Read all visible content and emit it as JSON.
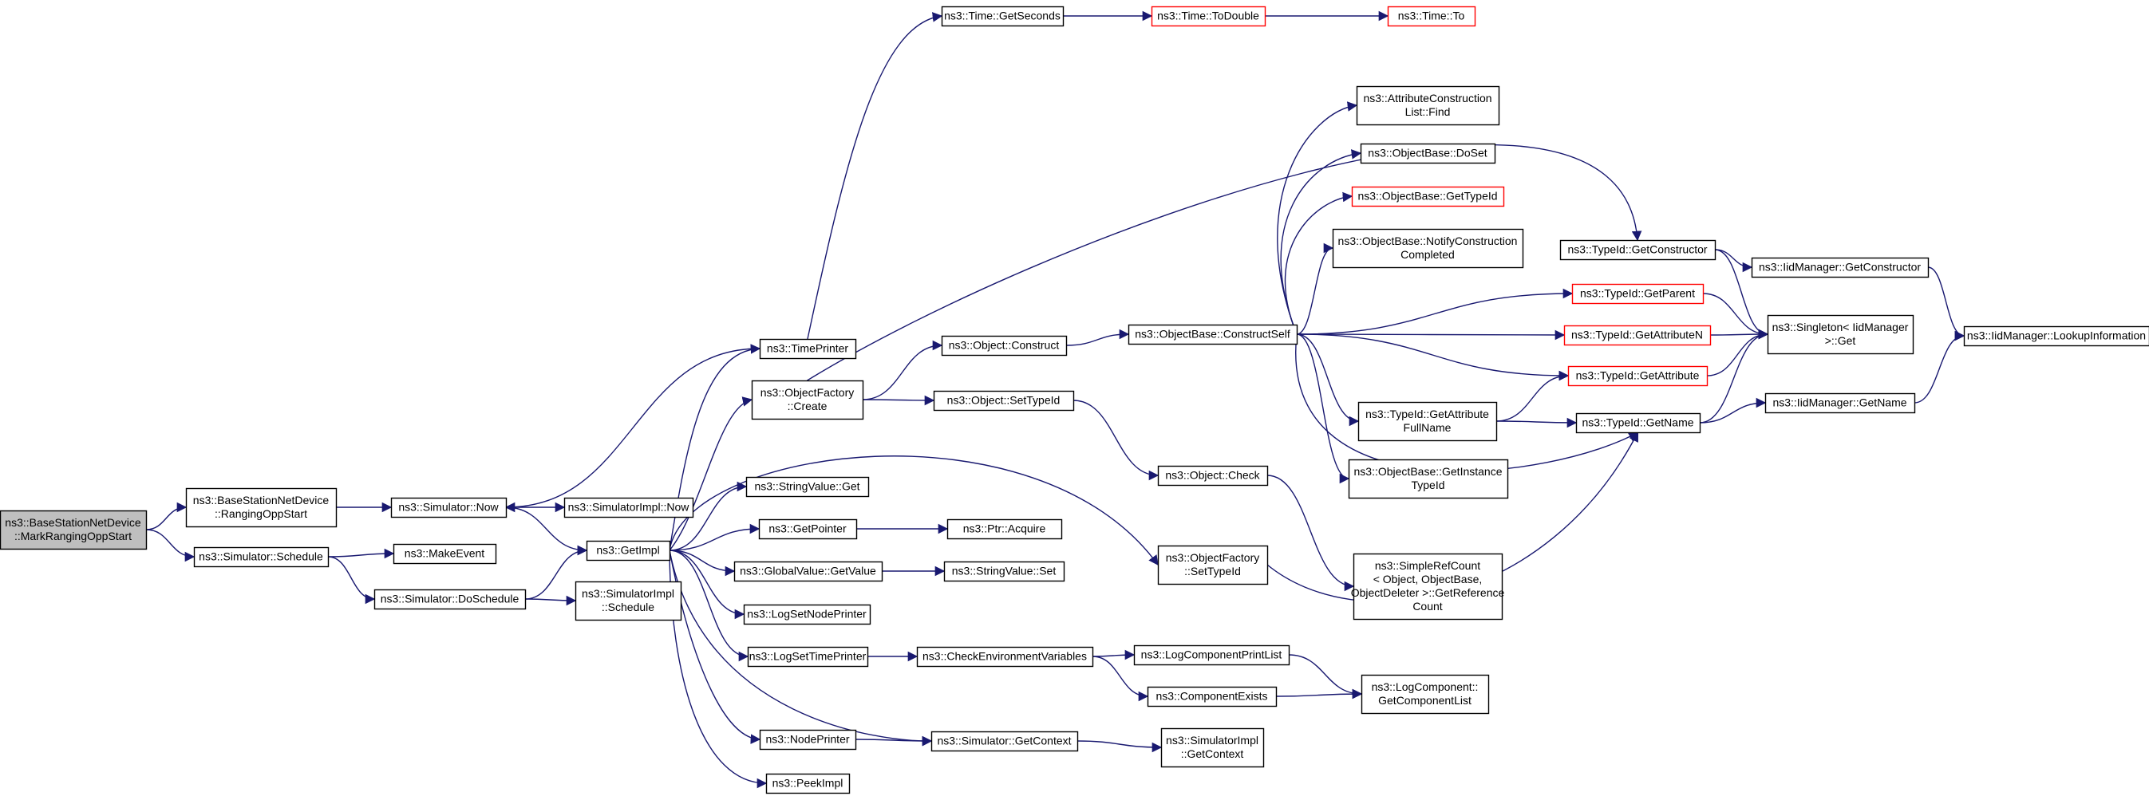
{
  "colors": {
    "edge": "#191970",
    "node_border": "#000000",
    "truncated_border": "#ff0000",
    "root_fill": "#bfbfbf"
  },
  "nodes": [
    {
      "id": "root",
      "lines": [
        "ns3::BaseStationNetDevice",
        "::MarkRangingOppStart"
      ],
      "style": "root"
    },
    {
      "id": "bs_ranging",
      "lines": [
        "ns3::BaseStationNetDevice",
        "::RangingOppStart"
      ]
    },
    {
      "id": "sim_schedule",
      "lines": [
        "ns3::Simulator::Schedule"
      ]
    },
    {
      "id": "sim_now",
      "lines": [
        "ns3::Simulator::Now"
      ]
    },
    {
      "id": "make_event",
      "lines": [
        "ns3::MakeEvent"
      ]
    },
    {
      "id": "sim_doschedule",
      "lines": [
        "ns3::Simulator::DoSchedule"
      ]
    },
    {
      "id": "simimpl_now",
      "lines": [
        "ns3::SimulatorImpl::Now"
      ]
    },
    {
      "id": "simimpl_schedule",
      "lines": [
        "ns3::SimulatorImpl",
        "::Schedule"
      ]
    },
    {
      "id": "getimpl",
      "lines": [
        "ns3::GetImpl"
      ]
    },
    {
      "id": "timeprinter",
      "lines": [
        "ns3::TimePrinter"
      ]
    },
    {
      "id": "objfactory_create",
      "lines": [
        "ns3::ObjectFactory",
        "::Create"
      ]
    },
    {
      "id": "stringvalue_get",
      "lines": [
        "ns3::StringValue::Get"
      ]
    },
    {
      "id": "getpointer",
      "lines": [
        "ns3::GetPointer"
      ]
    },
    {
      "id": "globalvalue_getvalue",
      "lines": [
        "ns3::GlobalValue::GetValue"
      ]
    },
    {
      "id": "logsetnodeprinter",
      "lines": [
        "ns3::LogSetNodePrinter"
      ]
    },
    {
      "id": "logsettimeprinter",
      "lines": [
        "ns3::LogSetTimePrinter"
      ]
    },
    {
      "id": "nodeprinter",
      "lines": [
        "ns3::NodePrinter"
      ]
    },
    {
      "id": "peekimpl",
      "lines": [
        "ns3::PeekImpl"
      ]
    },
    {
      "id": "time_getseconds",
      "lines": [
        "ns3::Time::GetSeconds"
      ]
    },
    {
      "id": "time_todouble",
      "lines": [
        "ns3::Time::ToDouble"
      ],
      "style": "trunc"
    },
    {
      "id": "time_to",
      "lines": [
        "ns3::Time::To"
      ],
      "style": "trunc"
    },
    {
      "id": "object_construct",
      "lines": [
        "ns3::Object::Construct"
      ]
    },
    {
      "id": "object_settypeid",
      "lines": [
        "ns3::Object::SetTypeId"
      ]
    },
    {
      "id": "ptr_acquire",
      "lines": [
        "ns3::Ptr::Acquire"
      ]
    },
    {
      "id": "stringvalue_set",
      "lines": [
        "ns3::StringValue::Set"
      ]
    },
    {
      "id": "checkenv",
      "lines": [
        "ns3::CheckEnvironmentVariables"
      ]
    },
    {
      "id": "sim_getcontext",
      "lines": [
        "ns3::Simulator::GetContext"
      ]
    },
    {
      "id": "objbase_constructself",
      "lines": [
        "ns3::ObjectBase::ConstructSelf"
      ]
    },
    {
      "id": "object_check",
      "lines": [
        "ns3::Object::Check"
      ]
    },
    {
      "id": "objfactory_settypeid",
      "lines": [
        "ns3::ObjectFactory",
        "::SetTypeId"
      ]
    },
    {
      "id": "logcomp_printlist",
      "lines": [
        "ns3::LogComponentPrintList"
      ]
    },
    {
      "id": "compexists",
      "lines": [
        "ns3::ComponentExists"
      ]
    },
    {
      "id": "simimpl_getcontext",
      "lines": [
        "ns3::SimulatorImpl",
        "::GetContext"
      ]
    },
    {
      "id": "attrconst_find",
      "lines": [
        "ns3::AttributeConstruction",
        "List::Find"
      ]
    },
    {
      "id": "objbase_doset",
      "lines": [
        "ns3::ObjectBase::DoSet"
      ]
    },
    {
      "id": "objbase_gettypeid",
      "lines": [
        "ns3::ObjectBase::GetTypeId"
      ],
      "style": "trunc"
    },
    {
      "id": "objbase_notify",
      "lines": [
        "ns3::ObjectBase::NotifyConstruction",
        "Completed"
      ]
    },
    {
      "id": "typeid_getattrfullname",
      "lines": [
        "ns3::TypeId::GetAttribute",
        "FullName"
      ]
    },
    {
      "id": "objbase_getinstancetypeid",
      "lines": [
        "ns3::ObjectBase::GetInstance",
        "TypeId"
      ]
    },
    {
      "id": "simplerefcount",
      "lines": [
        "ns3::SimpleRefCount",
        "< Object, ObjectBase,",
        " ObjectDeleter >::GetReference",
        "Count"
      ]
    },
    {
      "id": "logcomp_getlist",
      "lines": [
        "ns3::LogComponent::",
        "GetComponentList"
      ]
    },
    {
      "id": "typeid_getconstructor",
      "lines": [
        "ns3::TypeId::GetConstructor"
      ]
    },
    {
      "id": "typeid_getparent",
      "lines": [
        "ns3::TypeId::GetParent"
      ],
      "style": "trunc"
    },
    {
      "id": "typeid_getattributen",
      "lines": [
        "ns3::TypeId::GetAttributeN"
      ],
      "style": "trunc"
    },
    {
      "id": "typeid_getattribute",
      "lines": [
        "ns3::TypeId::GetAttribute"
      ],
      "style": "trunc"
    },
    {
      "id": "typeid_getname",
      "lines": [
        "ns3::TypeId::GetName"
      ]
    },
    {
      "id": "iidmgr_getconstructor",
      "lines": [
        "ns3::IidManager::GetConstructor"
      ]
    },
    {
      "id": "singleton_get",
      "lines": [
        "ns3::Singleton< IidManager",
        " >::Get"
      ]
    },
    {
      "id": "iidmgr_getname",
      "lines": [
        "ns3::IidManager::GetName"
      ]
    },
    {
      "id": "iidmgr_lookup",
      "lines": [
        "ns3::IidManager::LookupInformation"
      ]
    }
  ],
  "edges": [
    [
      "root",
      "bs_ranging"
    ],
    [
      "root",
      "sim_schedule"
    ],
    [
      "bs_ranging",
      "sim_now"
    ],
    [
      "sim_schedule",
      "make_event"
    ],
    [
      "sim_schedule",
      "sim_doschedule"
    ],
    [
      "sim_now",
      "simimpl_now"
    ],
    [
      "sim_now",
      "getimpl"
    ],
    [
      "sim_doschedule",
      "getimpl"
    ],
    [
      "sim_doschedule",
      "simimpl_schedule"
    ],
    [
      "timeprinter",
      "sim_now"
    ],
    [
      "timeprinter",
      "time_getseconds"
    ],
    [
      "getimpl",
      "timeprinter"
    ],
    [
      "getimpl",
      "objfactory_create"
    ],
    [
      "getimpl",
      "objfactory_settypeid"
    ],
    [
      "getimpl",
      "stringvalue_get"
    ],
    [
      "getimpl",
      "getpointer"
    ],
    [
      "getimpl",
      "globalvalue_getvalue"
    ],
    [
      "getimpl",
      "logsetnodeprinter"
    ],
    [
      "getimpl",
      "logsettimeprinter"
    ],
    [
      "getimpl",
      "nodeprinter"
    ],
    [
      "getimpl",
      "peekimpl"
    ],
    [
      "getimpl",
      "sim_getcontext"
    ],
    [
      "time_getseconds",
      "time_todouble"
    ],
    [
      "time_todouble",
      "time_to"
    ],
    [
      "objfactory_create",
      "typeid_getconstructor"
    ],
    [
      "objfactory_create",
      "object_construct"
    ],
    [
      "objfactory_create",
      "object_settypeid"
    ],
    [
      "getpointer",
      "ptr_acquire"
    ],
    [
      "globalvalue_getvalue",
      "stringvalue_set"
    ],
    [
      "logsettimeprinter",
      "checkenv"
    ],
    [
      "nodeprinter",
      "sim_getcontext"
    ],
    [
      "checkenv",
      "logcomp_printlist"
    ],
    [
      "checkenv",
      "compexists"
    ],
    [
      "sim_getcontext",
      "simimpl_getcontext"
    ],
    [
      "object_construct",
      "objbase_constructself"
    ],
    [
      "object_settypeid",
      "object_check"
    ],
    [
      "object_check",
      "simplerefcount"
    ],
    [
      "objfactory_settypeid",
      "typeid_getname"
    ],
    [
      "logcomp_printlist",
      "logcomp_getlist"
    ],
    [
      "compexists",
      "logcomp_getlist"
    ],
    [
      "objbase_constructself",
      "attrconst_find"
    ],
    [
      "objbase_constructself",
      "objbase_doset"
    ],
    [
      "objbase_constructself",
      "objbase_gettypeid"
    ],
    [
      "objbase_constructself",
      "objbase_notify"
    ],
    [
      "objbase_constructself",
      "typeid_getparent"
    ],
    [
      "objbase_constructself",
      "typeid_getattributen"
    ],
    [
      "objbase_constructself",
      "typeid_getattribute"
    ],
    [
      "objbase_constructself",
      "typeid_getattrfullname"
    ],
    [
      "objbase_constructself",
      "objbase_getinstancetypeid"
    ],
    [
      "objbase_constructself",
      "typeid_getname"
    ],
    [
      "typeid_getattrfullname",
      "typeid_getattribute"
    ],
    [
      "typeid_getattrfullname",
      "typeid_getname"
    ],
    [
      "typeid_getconstructor",
      "iidmgr_getconstructor"
    ],
    [
      "typeid_getconstructor",
      "singleton_get"
    ],
    [
      "typeid_getparent",
      "singleton_get"
    ],
    [
      "typeid_getattributen",
      "singleton_get"
    ],
    [
      "typeid_getattribute",
      "singleton_get"
    ],
    [
      "typeid_getname",
      "singleton_get"
    ],
    [
      "typeid_getname",
      "iidmgr_getname"
    ],
    [
      "iidmgr_getconstructor",
      "iidmgr_lookup"
    ],
    [
      "iidmgr_getname",
      "iidmgr_lookup"
    ]
  ]
}
